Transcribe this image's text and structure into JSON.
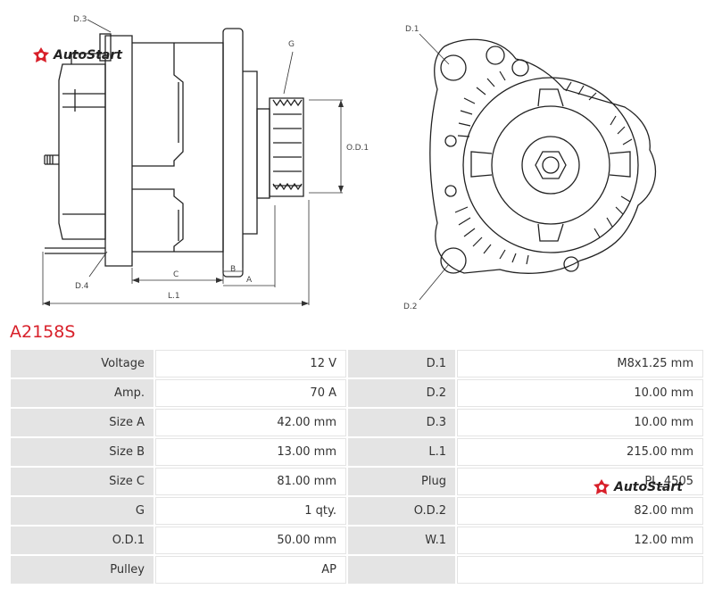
{
  "brand": {
    "name": "AutoStart",
    "accent": "#d8202a"
  },
  "part_number": "A2158S",
  "diagram_labels": {
    "d1": "D.1",
    "d2": "D.2",
    "d3": "D.3",
    "d4": "D.4",
    "g": "G",
    "od1": "O.D.1",
    "a": "A",
    "b": "B",
    "c": "C",
    "l1": "L.1"
  },
  "specs": [
    {
      "label": "Voltage",
      "value": "12 V",
      "label2": "D.1",
      "value2": "M8x1.25 mm"
    },
    {
      "label": "Amp.",
      "value": "70 A",
      "label2": "D.2",
      "value2": "10.00 mm"
    },
    {
      "label": "Size A",
      "value": "42.00 mm",
      "label2": "D.3",
      "value2": "10.00 mm"
    },
    {
      "label": "Size B",
      "value": "13.00 mm",
      "label2": "L.1",
      "value2": "215.00 mm"
    },
    {
      "label": "Size C",
      "value": "81.00 mm",
      "label2": "Plug",
      "value2": "PL_4505"
    },
    {
      "label": "G",
      "value": "1 qty.",
      "label2": "O.D.2",
      "value2": "82.00 mm"
    },
    {
      "label": "O.D.1",
      "value": "50.00 mm",
      "label2": "W.1",
      "value2": "12.00 mm"
    },
    {
      "label": "Pulley",
      "value": "AP",
      "label2": "",
      "value2": ""
    }
  ]
}
